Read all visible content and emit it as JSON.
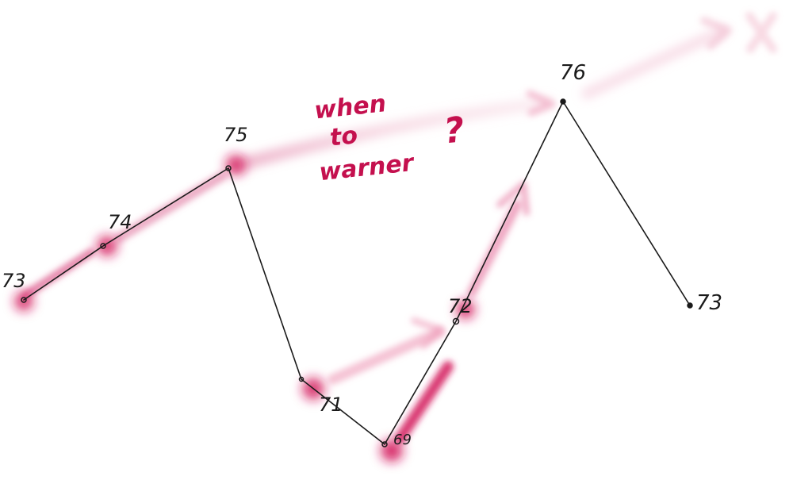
{
  "diagram": {
    "points": [
      {
        "label": "73"
      },
      {
        "label": "74"
      },
      {
        "label": "75"
      },
      {
        "label": "71"
      },
      {
        "label": "69"
      },
      {
        "label": "72"
      },
      {
        "label": "76"
      },
      {
        "label": "73"
      }
    ],
    "annotation": {
      "line1": "when",
      "line2": "to",
      "line3": "warner",
      "mark": "?"
    },
    "colors": {
      "ink": "#1a1a1a",
      "highlight": "#d41a5c",
      "highlight_light": "#f2b6cb"
    }
  }
}
